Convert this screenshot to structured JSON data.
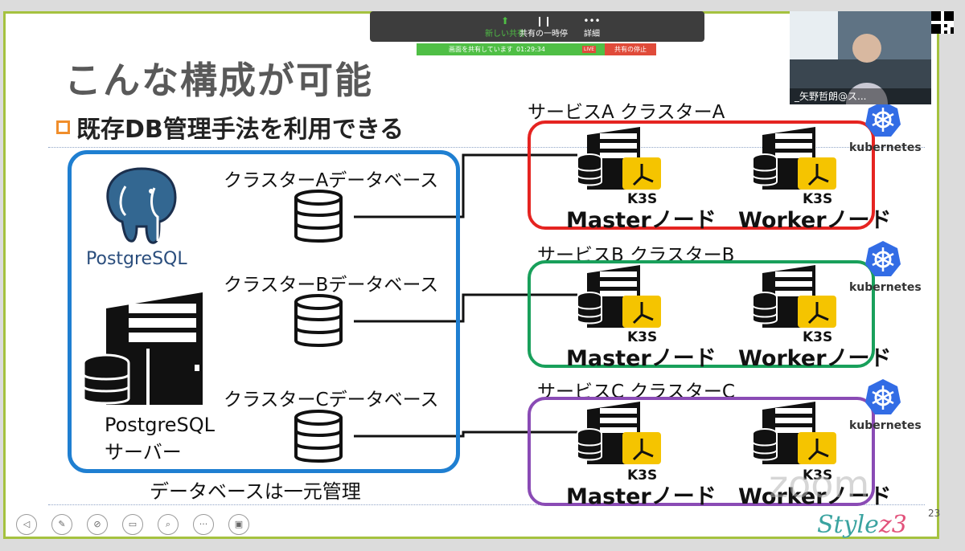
{
  "slide": {
    "title": "こんな構成が可能",
    "subtitle": "既存DB管理手法を利用できる",
    "page_number": "23",
    "database_box": {
      "databases": [
        {
          "label": "クラスターAデータベース"
        },
        {
          "label": "クラスターBデータベース"
        },
        {
          "label": "クラスターCデータベース"
        }
      ],
      "logo_text": "PostgreSQL",
      "server_label_line1": "PostgreSQL",
      "server_label_line2": "サーバー",
      "caption": "データベースは一元管理"
    },
    "clusters": [
      {
        "title": "サービスA クラスターA",
        "color": "#e52421",
        "master_label": "Masterノード",
        "worker_label": "Workerノード",
        "k3s": "K3S",
        "kubernetes": "kubernetes"
      },
      {
        "title": "サービスB クラスターB",
        "color": "#19a05b",
        "master_label": "Masterノード",
        "worker_label": "Workerノード",
        "k3s": "K3S",
        "kubernetes": "kubernetes"
      },
      {
        "title": "サービスC クラスターC",
        "color": "#8a4bb5",
        "master_label": "Masterノード",
        "worker_label": "Workerノード",
        "k3s": "K3S",
        "kubernetes": "kubernetes"
      }
    ],
    "brand": {
      "prefix": "Style",
      "suffix": "z3"
    }
  },
  "zoom": {
    "toolbar": {
      "new_share": "新しい共有",
      "pause_share": "共有の一時停",
      "more": "詳細"
    },
    "status": {
      "sharing_text": "画面を共有しています",
      "timer": "01:29:34",
      "live": "LIVE",
      "stop_share": "共有の停止"
    },
    "participant_name": "_矢野哲朗@ス...",
    "watermark": "zoom"
  },
  "colors": {
    "accent_green": "#a5c23f",
    "db_box_blue": "#1f7fd1",
    "k3s_yellow": "#f5c400",
    "k8s_blue": "#326ce5"
  }
}
